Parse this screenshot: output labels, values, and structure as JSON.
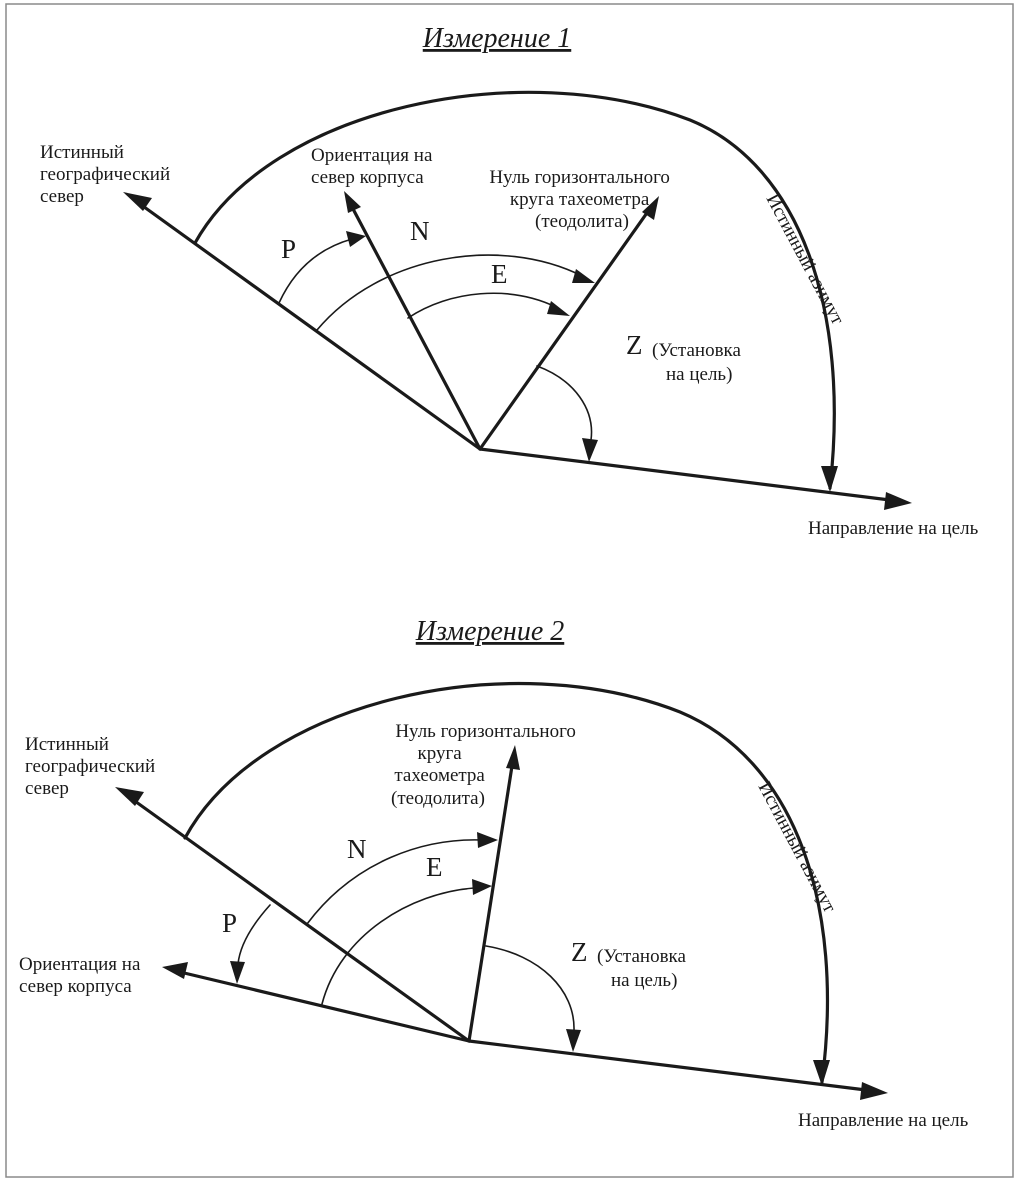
{
  "diagrams": [
    {
      "title": "Измерение 1",
      "labels": {
        "true_north": [
          "Истинный",
          "географический",
          "север"
        ],
        "body_north": [
          "Ориентация на",
          "север корпуса"
        ],
        "circle_zero": [
          "Нуль горизонтального",
          "круга тахеометра",
          "(теодолита)"
        ],
        "target_direction": "Направление на цель",
        "true_azimuth": "Истинный азимут",
        "angle_p": "P",
        "angle_n": "N",
        "angle_e": "E",
        "angle_z": "Z",
        "target_setting": [
          "(Установка",
          "на цель)"
        ]
      }
    },
    {
      "title": "Измерение 2",
      "labels": {
        "true_north": [
          "Истинный",
          "географический",
          "север"
        ],
        "body_north": [
          "Ориентация на",
          "север корпуса"
        ],
        "circle_zero": [
          "Нуль горизонтального",
          "круга",
          "тахеометра",
          "(теодолита)"
        ],
        "target_direction": "Направление на цель",
        "true_azimuth": "Истинный азимут",
        "angle_p": "P",
        "angle_n": "N",
        "angle_e": "E",
        "angle_z": "Z",
        "target_setting": [
          "(Установка",
          "на цель)"
        ]
      }
    }
  ]
}
